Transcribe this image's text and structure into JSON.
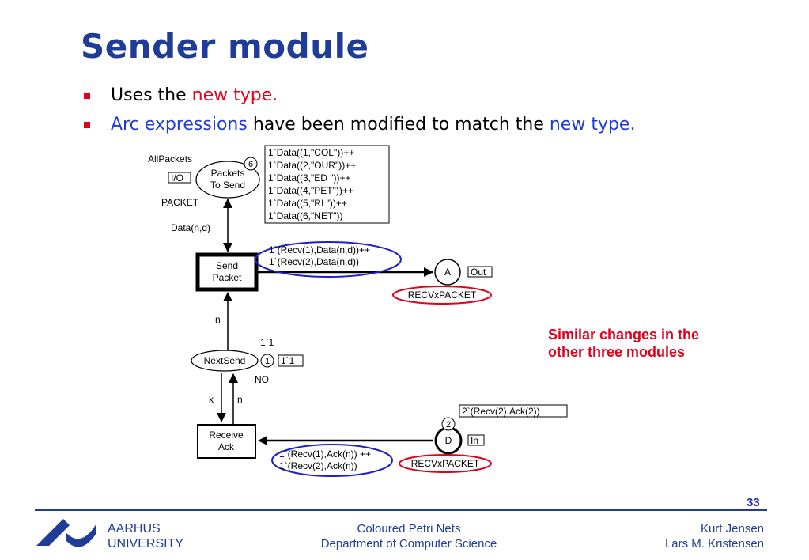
{
  "slide": {
    "title": "Sender module",
    "bullet1": {
      "text": "Uses the ",
      "highlight": "new type."
    },
    "bullet2": {
      "highlight1": "Arc expressions",
      "text": " have been modified to match the ",
      "highlight2": "new type."
    },
    "page_number": "33",
    "side_note": [
      "Similar changes in the",
      "other three modules"
    ]
  },
  "diagram": {
    "places": {
      "packets_to_send": {
        "name": [
          "Packets",
          "To Send"
        ],
        "fusion_label": "AllPackets",
        "port": "I/O",
        "type": "PACKET",
        "token_count": "6"
      },
      "a": {
        "name": "A",
        "port": "Out",
        "type": "RECVxPACKET"
      },
      "next_send": {
        "name": "NextSend",
        "token_count": "1",
        "marking": "1`1",
        "initial_marking": "1`1",
        "type": "NO"
      },
      "d": {
        "name": "D",
        "port": "In",
        "type": "RECVxPACKET",
        "token_count": "2",
        "marking": "2`(Recv(2),Ack(2))"
      }
    },
    "transitions": {
      "send_packet": [
        "Send",
        "Packet"
      ],
      "receive_ack": [
        "Receive",
        "Ack"
      ]
    },
    "packets_marking": [
      "1`Data((1,\"COL\"))++",
      "1`Data((2,\"OUR\"))++",
      "1`Data((3,\"ED \"))++",
      "1`Data((4,\"PET\"))++",
      "1`Data((5,\"RI  \"))++",
      "1`Data((6,\"NET\"))"
    ],
    "arcs": {
      "packets_send": "Data(n,d)",
      "send_to_a": [
        "1`(Recv(1),Data(n,d))++",
        "1`(Recv(2),Data(n,d))"
      ],
      "nextsend_send": "n",
      "nextsend_receive_k": "k",
      "receive_nextsend_n": "n",
      "d_to_receive": [
        "1`(Recv(1),Ack(n)) ++",
        "1`(Recv(2),Ack(n))"
      ]
    },
    "colors": {
      "highlight_blue": "#1f1fd0",
      "highlight_red": "#e2001a",
      "brand_blue": "#1f3c98"
    }
  },
  "footer": {
    "university": [
      "AARHUS",
      "UNIVERSITY"
    ],
    "center": [
      "Coloured Petri Nets",
      "Department of Computer Science"
    ],
    "authors": [
      "Kurt Jensen",
      "Lars M. Kristensen"
    ]
  }
}
